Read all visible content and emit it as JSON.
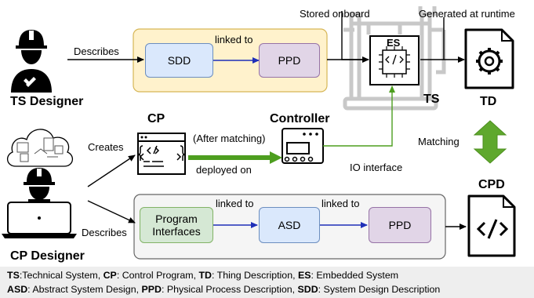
{
  "diagram": {
    "top_row": {
      "sdd": "SDD",
      "ppd": "PPD",
      "linked_to": "linked to",
      "describes": "Describes"
    },
    "ts_designer": "TS Designer",
    "cp_designer": "CP Designer",
    "stored_onboard": "Stored onboard",
    "generated_at_runtime": "Generated at runtime",
    "es": "ES",
    "ts": "TS",
    "td": "TD",
    "cp": "CP",
    "controller": "Controller",
    "after_matching": "(After matching)",
    "deployed_on": "deployed on",
    "io_interface": "IO interface",
    "creates": "Creates",
    "matching": "Matching",
    "cpd": "CPD",
    "bottom_row": {
      "program_interfaces": "Program Interfaces",
      "asd": "ASD",
      "ppd": "PPD",
      "linked_to_1": "linked to",
      "linked_to_2": "linked to",
      "describes": "Describes"
    }
  },
  "legend": {
    "line1": [
      {
        "abbr": "TS",
        "text": ":Technical System, "
      },
      {
        "abbr": "CP",
        "text": ": Control Program, "
      },
      {
        "abbr": "TD",
        "text": ": Thing Description, "
      },
      {
        "abbr": "ES",
        "text": ": Embedded System"
      }
    ],
    "line2": [
      {
        "abbr": "ASD",
        "text": ": Abstract System Design, "
      },
      {
        "abbr": "PPD",
        "text": ": Physical Process Description, "
      },
      {
        "abbr": "SDD",
        "text": ": System Design Description"
      }
    ]
  },
  "colors": {
    "top_container_fill": "#fff2cc",
    "top_container_stroke": "#d6b656",
    "sdd_fill": "#dae8fc",
    "sdd_stroke": "#6c8ebf",
    "ppd_fill": "#e1d5e7",
    "ppd_stroke": "#9673a6",
    "bottom_container_fill": "#f5f5f5",
    "bottom_container_stroke": "#666666",
    "program_fill": "#d5e8d4",
    "program_stroke": "#82b366",
    "green_arrow": "#4d9e1f",
    "blue_arrow": "#1f2fb8",
    "legend_bg": "#eeeeee"
  }
}
